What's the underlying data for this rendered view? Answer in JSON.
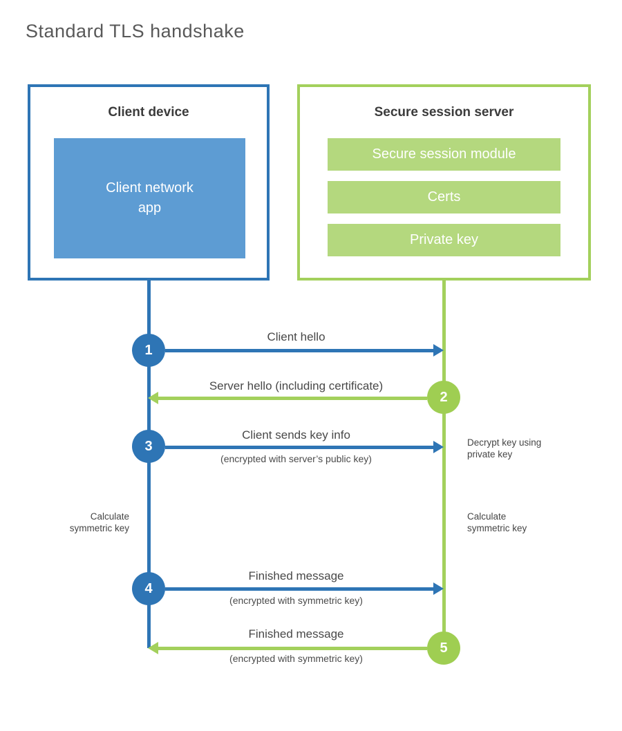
{
  "page": {
    "title": "Standard TLS handshake"
  },
  "colors": {
    "client_accent": "#2e75b5",
    "client_fill": "#5d9cd3",
    "server_accent": "#a3d05c",
    "server_fill": "#b4d87e",
    "text_dark": "#3b3b3b",
    "text_label": "#484848"
  },
  "client": {
    "title": "Client device",
    "app": "Client network\napp"
  },
  "server": {
    "title": "Secure session server",
    "modules": [
      "Secure session module",
      "Certs",
      "Private key"
    ]
  },
  "steps": [
    {
      "num": "1",
      "label": "Client hello",
      "direction": "client-to-server"
    },
    {
      "num": "2",
      "label": "Server hello (including certificate)",
      "direction": "server-to-client"
    },
    {
      "num": "3",
      "label": "Client sends key info",
      "sublabel": "(encrypted with server’s public key)",
      "direction": "client-to-server"
    },
    {
      "num": "4",
      "label": "Finished message",
      "sublabel": "(encrypted with symmetric key)",
      "direction": "client-to-server"
    },
    {
      "num": "5",
      "label": "Finished message",
      "sublabel": "(encrypted with symmetric key)",
      "direction": "server-to-client"
    }
  ],
  "notes": {
    "decrypt": "Decrypt key using\nprivate key",
    "calc_left": "Calculate\nsymmetric key",
    "calc_right": "Calculate\nsymmetric key"
  }
}
